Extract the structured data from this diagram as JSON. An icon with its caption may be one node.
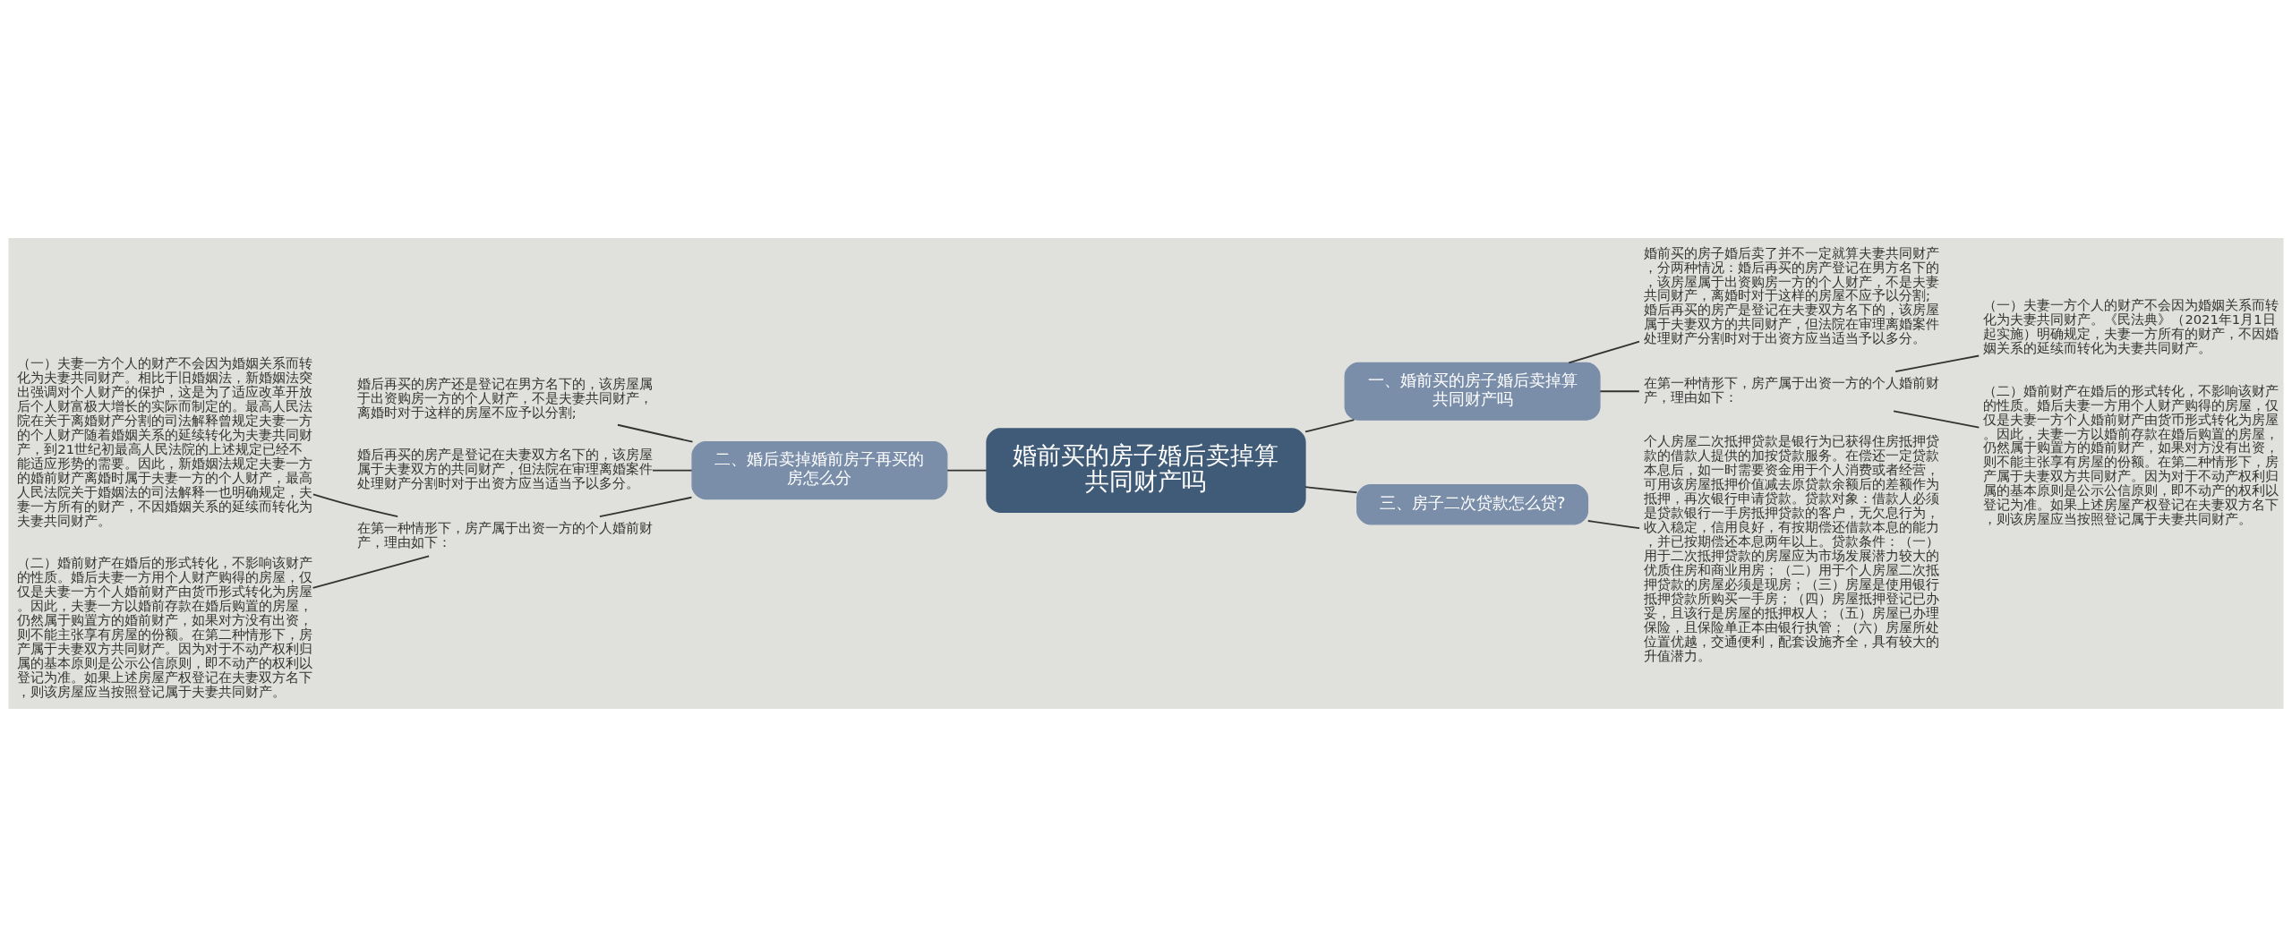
{
  "diagram": {
    "nodes": [
      {
        "text": [
          "婚前买的房子婚后卖掉算共同财产吗"
        ]
      },
      {
        "text": [
          "一、婚前买的房子婚后卖掉算共同财产吗"
        ]
      },
      {
        "text": [
          "婚前买的房子婚后卖了并不一定就算夫妻共同财产，分两种情况：婚后再买的房产登记在男方名下的，该房屋属于出资购房一方的个人财产，不是夫妻共同财产，离婚时对于这样的房屋不应予以分割;婚后再买的房产是登记在夫妻双方名下的，该房屋属于夫妻双方的共同财产，但法院在审理离婚案件处理财产分割时对于出资方应当适当予以多分。"
        ]
      },
      {
        "text": [
          "在第一种情形下，房产属于出资一方的个人婚前财产，理由如下："
        ]
      },
      {
        "text": [
          "（一）夫妻一方个人的财产不会因为婚姻关系而转化为夫妻共同财产。《民法典》（2021年1月1日起实施）明确规定，夫妻一方所有的财产，不因婚姻关系的延续而转化为夫妻共同财产。"
        ]
      },
      {
        "text": [
          "（二）婚前财产在婚后的形式转化，不影响该财产的性质。婚后夫妻一方用个人财产购得的房屋，仅仅是夫妻一方个人婚前财产由货币形式转化为房屋。因此，夫妻一方以婚前存款在婚后购置的房屋，仍然属于购置方的婚前财产，如果对方没有出资，则不能主张享有房屋的份额。在第二种情形下，房产属于夫妻双方共同财产。因为对于不动产权利归属的基本原则是公示公信原则，即不动产的权利以登记为准。如果上述房屋产权登记在夫妻双方名下，则该房屋应当按照登记属于夫妻共同财产。"
        ]
      },
      {
        "text": [
          "二、婚后卖掉婚前房子再买的房怎么分"
        ]
      },
      {
        "text": [
          "婚后再买的房产还是登记在男方名下的，该房屋属于出资购房一方的个人财产，不是夫妻共同财产，离婚时对于这样的房屋不应予以分割;"
        ]
      },
      {
        "text": [
          "婚后再买的房产是登记在夫妻双方名下的，该房屋属于夫妻双方的共同财产，但法院在审理离婚案件处理财产分割时对于出资方应当适当予以多分。"
        ]
      },
      {
        "text": [
          "在第一种情形下，房产属于出资一方的个人婚前财产，理由如下："
        ]
      },
      {
        "text": [
          "（一）夫妻一方个人的财产不会因为婚姻关系而转化为夫妻共同财产。相比于旧婚姻法，新婚姻法突出强调对个人财产的保护，这是为了适应改革开放后个人财富极大增长的实际而制定的。最高人民法院在关于离婚财产分割的司法解释曾规定夫妻一方的个人财产随着婚姻关系的延续转化为夫妻共同财产，到21世纪初最高人民法院的上述规定已经不能适应形势的需要。因此，新婚姻法规定夫妻一方的婚前财产离婚时属于夫妻一方的个人财产，最高人民法院关于婚姻法的司法解释一也明确规定，夫妻一方所有的财产，不因婚姻关系的延续而转化为夫妻共同财产。"
        ]
      },
      {
        "text": [
          "（二）婚前财产在婚后的形式转化，不影响该财产的性质。婚后夫妻一方用个人财产购得的房屋，仅仅是夫妻一方个人婚前财产由货币形式转化为房屋。因此，夫妻一方以婚前存款在婚后购置的房屋，仍然属于购置方的婚前财产，如果对方没有出资，则不能主张享有房屋的份额。在第二种情形下，房产属于夫妻双方共同财产。因为对于不动产权利归属的基本原则是公示公信原则，即不动产的权利以登记为准。如果上述房屋产权登记在夫妻双方名下，则该房屋应当按照登记属于夫妻共同财产。"
        ]
      },
      {
        "text": [
          "三、房子二次贷款怎么贷?"
        ]
      },
      {
        "text": [
          "个人房屋二次抵押贷款是银行为已获得住房抵押贷款的借款人提供的加按贷款服务。在偿还一定贷款本息后，如一时需要资金用于个人消费或者经营，可用该房屋抵押价值减去原贷款余额后的差额作为抵押，再次银行申请贷款。贷款对象：借款人必须是贷款银行一手房抵押贷款的客户，无欠息行为，收入稳定，信用良好，有按期偿还借款本息的能力，并已按期偿还本息两年以上。贷款条件：（一）用于二次抵押贷款的房屋应为市场发展潜力较大的优质住房和商业用房；（二）用于个人房屋二次抵押贷款的房屋必须是现房；（三）房屋是使用银行抵押贷款所购买一手房；（四）房屋抵押登记已办妥，且该行是房屋的抵押权人；（五）房屋已办理保险，且保险单正本由银行执管；（六）房屋所处位置优越，交通便利，配套设施齐全，具有较大的升值潜力。"
        ]
      }
    ],
    "edges": [
      {
        "from": 0,
        "to": 1,
        "arrow": "none"
      },
      {
        "from": 1,
        "to": 2,
        "arrow": "none"
      },
      {
        "from": 1,
        "to": 3,
        "arrow": "none"
      },
      {
        "from": 3,
        "to": 4,
        "arrow": "none"
      },
      {
        "from": 3,
        "to": 5,
        "arrow": "none"
      },
      {
        "from": 0,
        "to": 6,
        "arrow": "none"
      },
      {
        "from": 6,
        "to": 7,
        "arrow": "none"
      },
      {
        "from": 6,
        "to": 8,
        "arrow": "none"
      },
      {
        "from": 6,
        "to": 9,
        "arrow": "none"
      },
      {
        "from": 9,
        "to": 10,
        "arrow": "none"
      },
      {
        "from": 9,
        "to": 11,
        "arrow": "none"
      },
      {
        "from": 0,
        "to": 12,
        "arrow": "none"
      },
      {
        "from": 12,
        "to": 13,
        "arrow": "none"
      }
    ]
  }
}
